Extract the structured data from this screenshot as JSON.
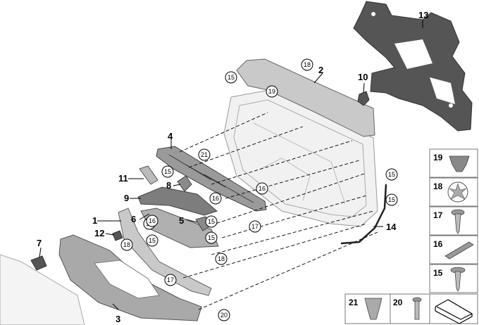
{
  "callouts": {
    "p1": "1",
    "p2": "2",
    "p3": "3",
    "p4": "4",
    "p5": "5",
    "p6": "6",
    "p7": "7",
    "p8": "8",
    "p9": "9",
    "p10": "10",
    "p11": "11",
    "p12": "12",
    "p13": "13",
    "p14": "14"
  },
  "circled": {
    "c15a": "15",
    "c15b": "15",
    "c15c": "15",
    "c15d": "15",
    "c15e": "15",
    "c15f": "15",
    "c15g": "15",
    "c15h": "15",
    "c16a": "16",
    "c16b": "16",
    "c16c": "16",
    "c17a": "17",
    "c17b": "17",
    "c18a": "18",
    "c18b": "18",
    "c18c": "18",
    "c19": "19",
    "c20": "20",
    "c21": "21"
  },
  "legend": {
    "l19": "19",
    "l18": "18",
    "l17": "17",
    "l16": "16",
    "l15": "15",
    "l21": "21",
    "l20": "20"
  },
  "colors": {
    "panel": "#c9c9c9",
    "dark_part": "#555555",
    "frame": "#f1f1f1",
    "line": "#000000"
  }
}
